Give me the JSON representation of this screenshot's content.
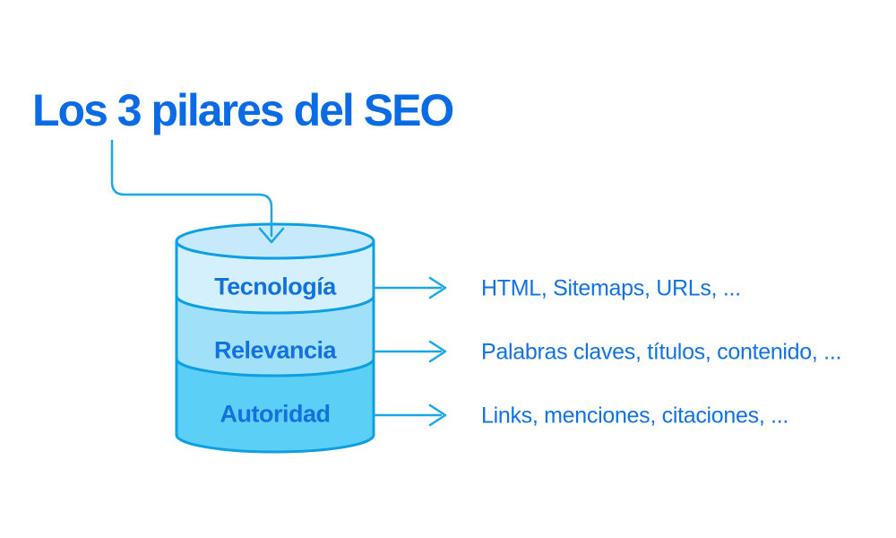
{
  "title": "Los 3 pilares del SEO",
  "diagram": {
    "pillars": [
      {
        "label": "Tecnología",
        "detail": "HTML, Sitemaps, URLs, ..."
      },
      {
        "label": "Relevancia",
        "detail": "Palabras claves, títulos, contenido, ..."
      },
      {
        "label": "Autoridad",
        "detail": "Links, menciones, citaciones, ..."
      }
    ]
  },
  "icons": {
    "title_connector": "elbow-down-arrow",
    "pillar_pointer": "right-arrow"
  },
  "colors": {
    "background": "#ffffff",
    "title_text": "#0a6be4",
    "label_text": "#1171dd",
    "detail_text": "#1272e2",
    "outline": "#0d9fe2",
    "arrow": "#1aa7e8",
    "top_ellipse_fill": "#c6eafb",
    "band_top_fill": "#d5f0fd",
    "band_middle_fill": "#a0e0f8",
    "band_bottom_fill": "#5ccff7"
  }
}
